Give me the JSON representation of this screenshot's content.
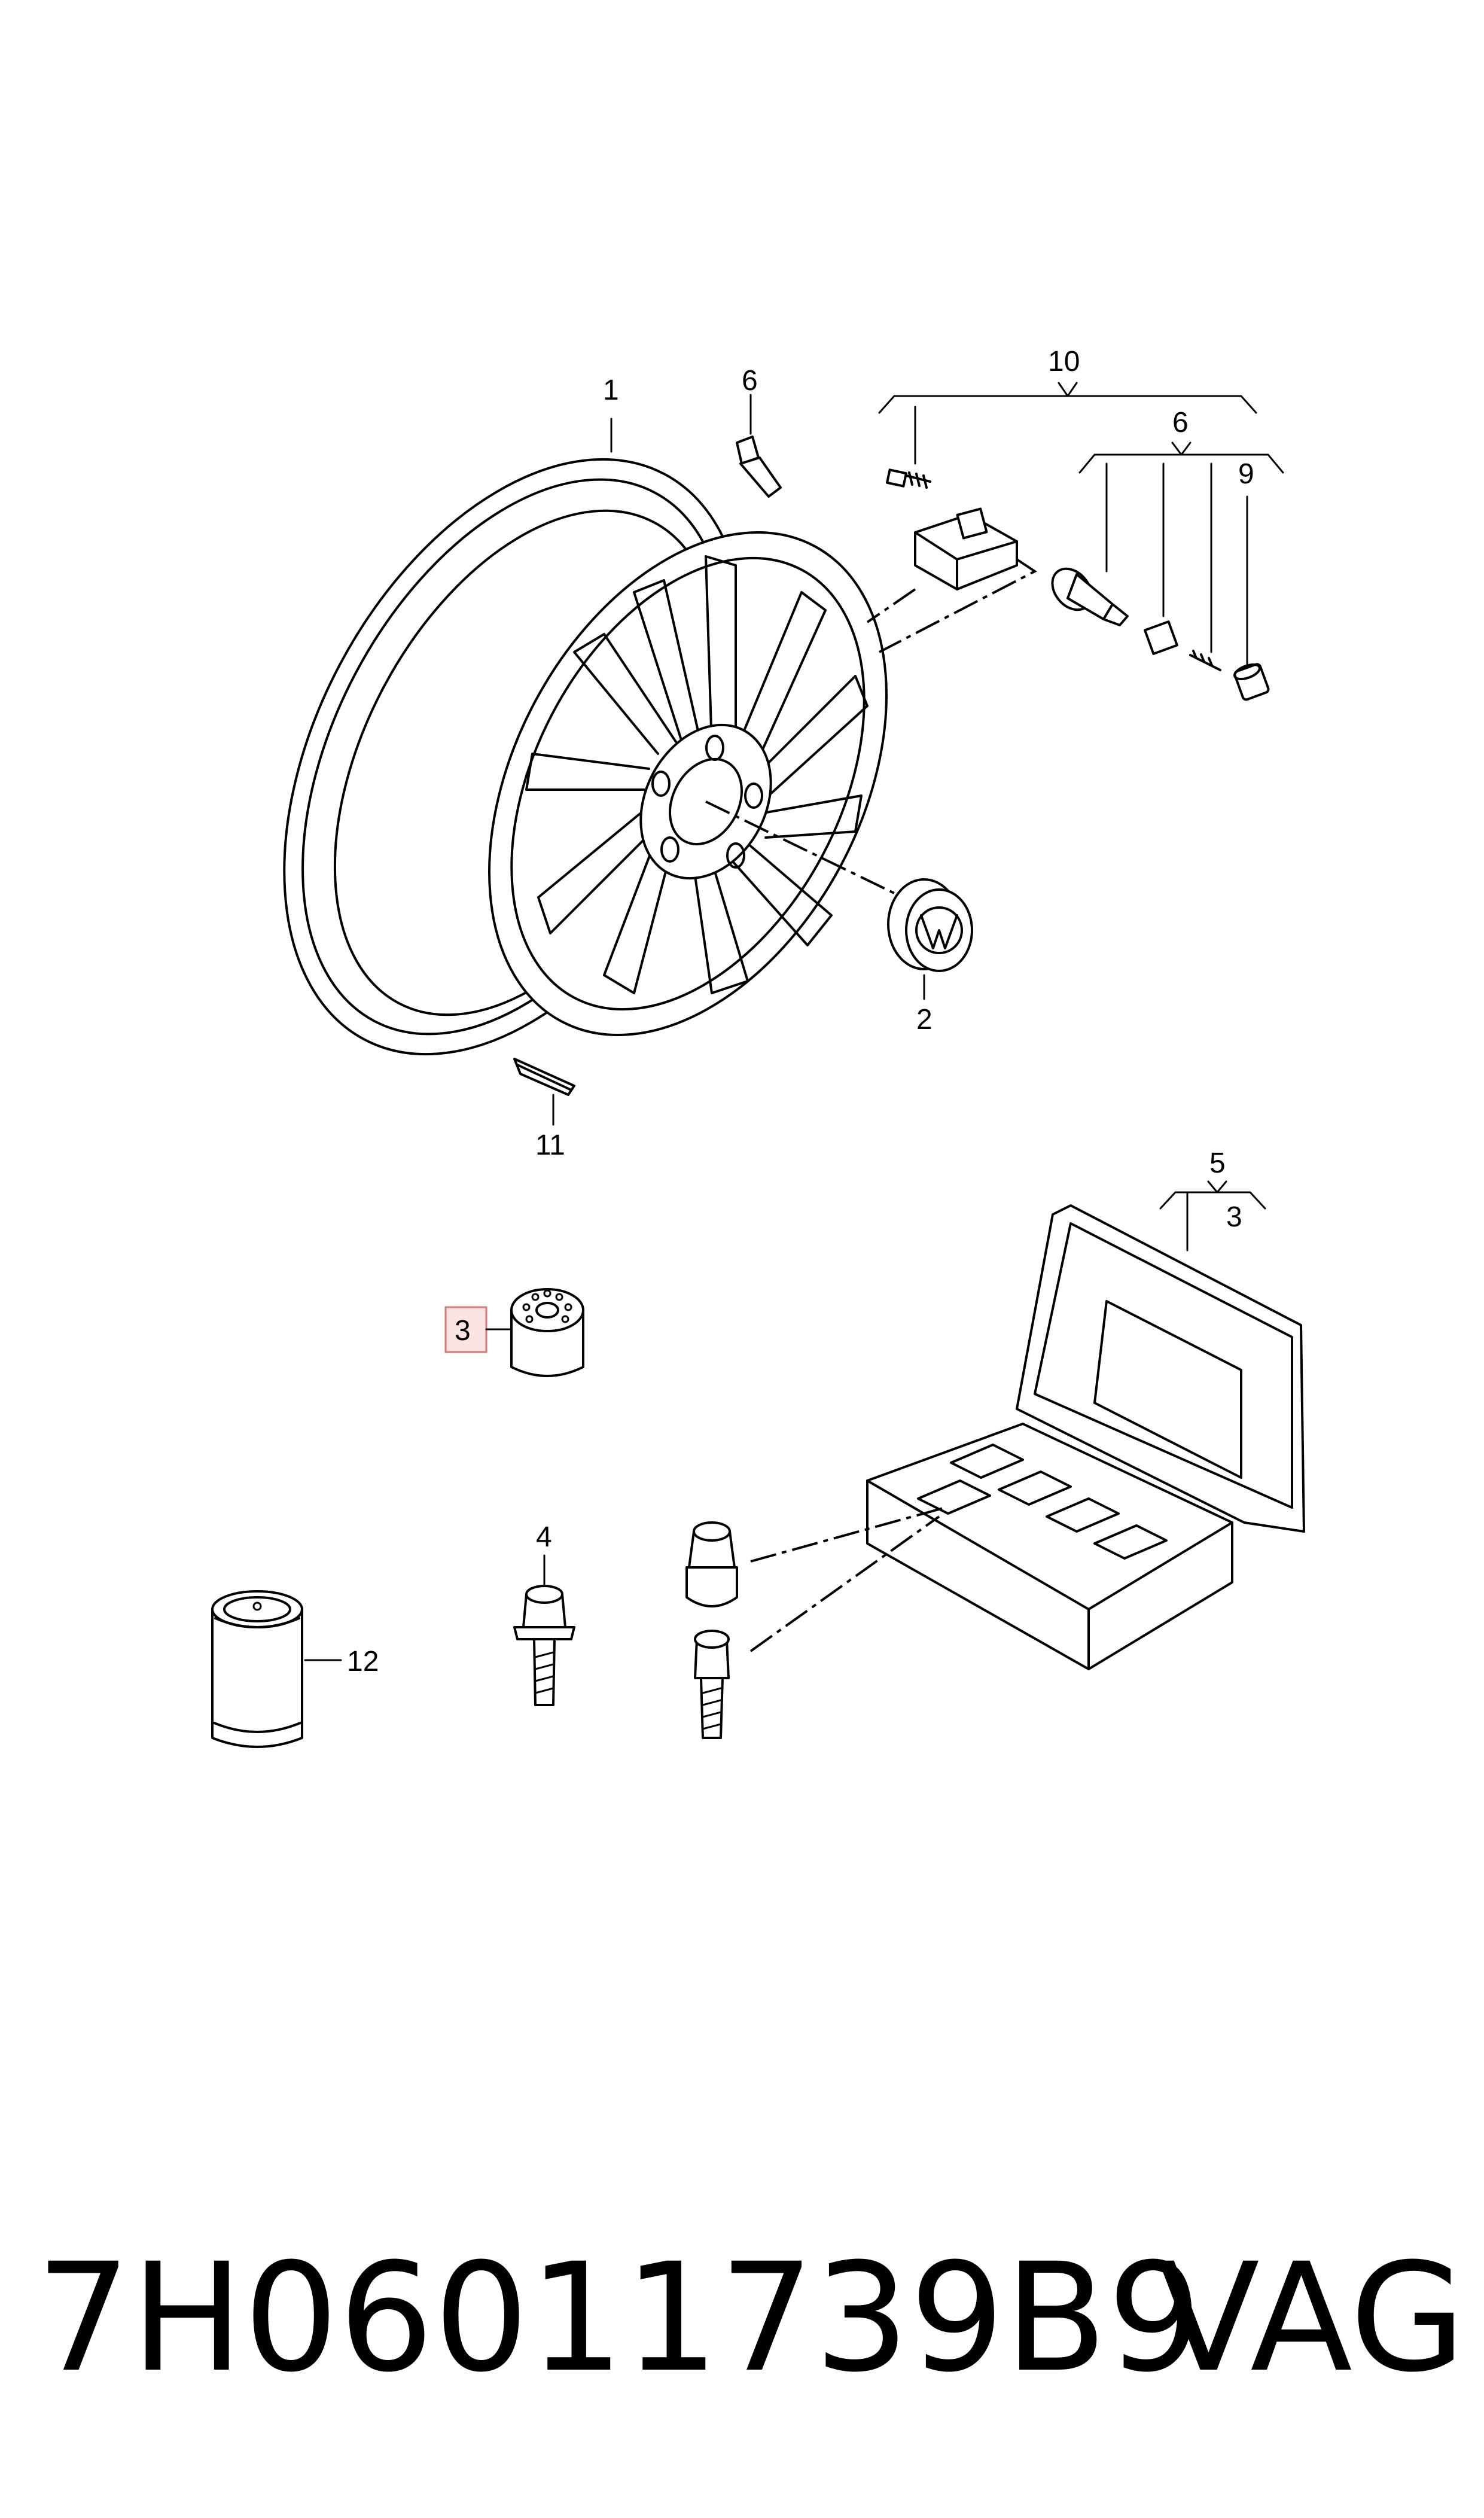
{
  "callouts": {
    "c1": "1",
    "c2": "2",
    "c3_small": "3",
    "c3_box": "3",
    "c4": "4",
    "c5": "5",
    "c6_top": "6",
    "c6_valve": "6",
    "c9": "9",
    "c10": "10",
    "c11": "11",
    "c12": "12"
  },
  "footer": {
    "part_number": "7H06011739B9",
    "brand": "VAG"
  },
  "colors": {
    "line": "#000000",
    "highlight_fill": "#fbe3e3",
    "highlight_stroke": "#d77777"
  }
}
